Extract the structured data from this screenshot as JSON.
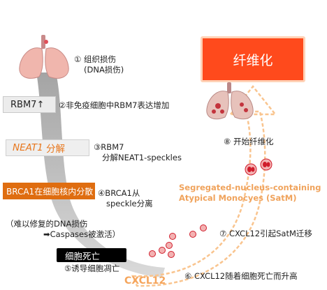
{
  "steps": {
    "s1_num": "①",
    "s1_line1": "组织损伤",
    "s1_line2": "(DNA损伤)",
    "s2": "②非免疫细胞中RBM7表达增加",
    "s3_line1": "③RBM7",
    "s3_line2": "分解NEAT1-speckles",
    "s4_line1": "④BRCA1从",
    "s4_line2": "speckle分离",
    "s5": "⑤诱导细胞凋亡",
    "s6": "⑥ CXCL12随着细胞死亡而升高",
    "s7": "⑦ CXCL12引起SatM迁移",
    "s8": "⑧ 开始纤维化"
  },
  "boxes": {
    "rbm7": "RBM7↑",
    "neat1_italic": "NEAT1",
    "neat1_rest": " 分解",
    "brca1": "BRCA1在细胞核内分散",
    "cell_death": "细胞死亡",
    "fibrosis": "纤维化"
  },
  "notes": {
    "dna_damage": "（难以修复的DNA损伤",
    "caspases": "➡Caspases被激活）"
  },
  "satm": {
    "line1": "Segregated-nucleus-containing",
    "line2": "Atypical Monocyes (SatM)"
  },
  "cxcl12": "CXCL12",
  "colors": {
    "gray_band": "#c8c8c8",
    "orange_arrow": "#f9c48e",
    "fibrosis_box": "#ff4a1c",
    "brca1_box": "#df6d10",
    "cells": "#d01c2b"
  }
}
